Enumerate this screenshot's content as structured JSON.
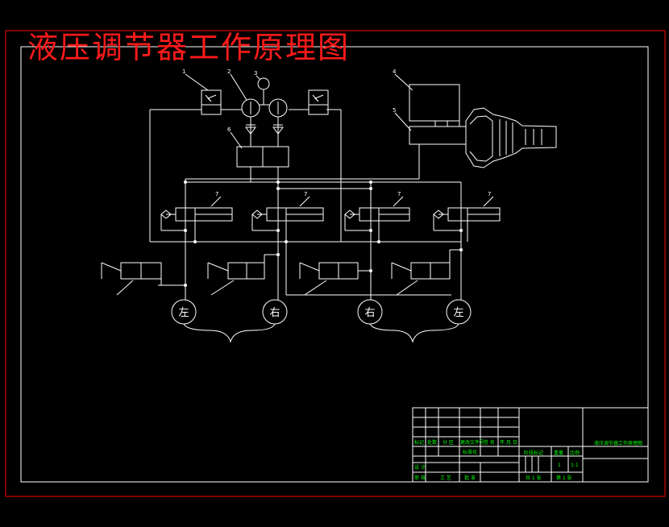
{
  "title": "液压调节器工作原理图",
  "colors": {
    "frame": "#ff0000",
    "line": "#ffffff",
    "table": "#ffffff",
    "table_text": "#00ff00",
    "title": "#ff1a1a"
  },
  "part_numbers": [
    "1",
    "2",
    "3",
    "4",
    "5",
    "6",
    "7"
  ],
  "wheels": {
    "left": "左",
    "right": "右"
  },
  "title_block": {
    "header_row": [
      "标记",
      "处数",
      "分 区",
      "更改文件号",
      "签 名",
      "年.月.日"
    ],
    "rows_left": [
      "设 计",
      "审 核",
      "工 艺"
    ],
    "standardization": "标准化",
    "approve": "批 准",
    "stage_mark": "阶段标记",
    "weight": "重量",
    "scale": "比例",
    "weight_value": "1",
    "scale_value": "1:1",
    "sheets_total": "共 1 张",
    "sheet_no": "第 1 张",
    "drawing_name": "液压调节器工作原理图"
  }
}
